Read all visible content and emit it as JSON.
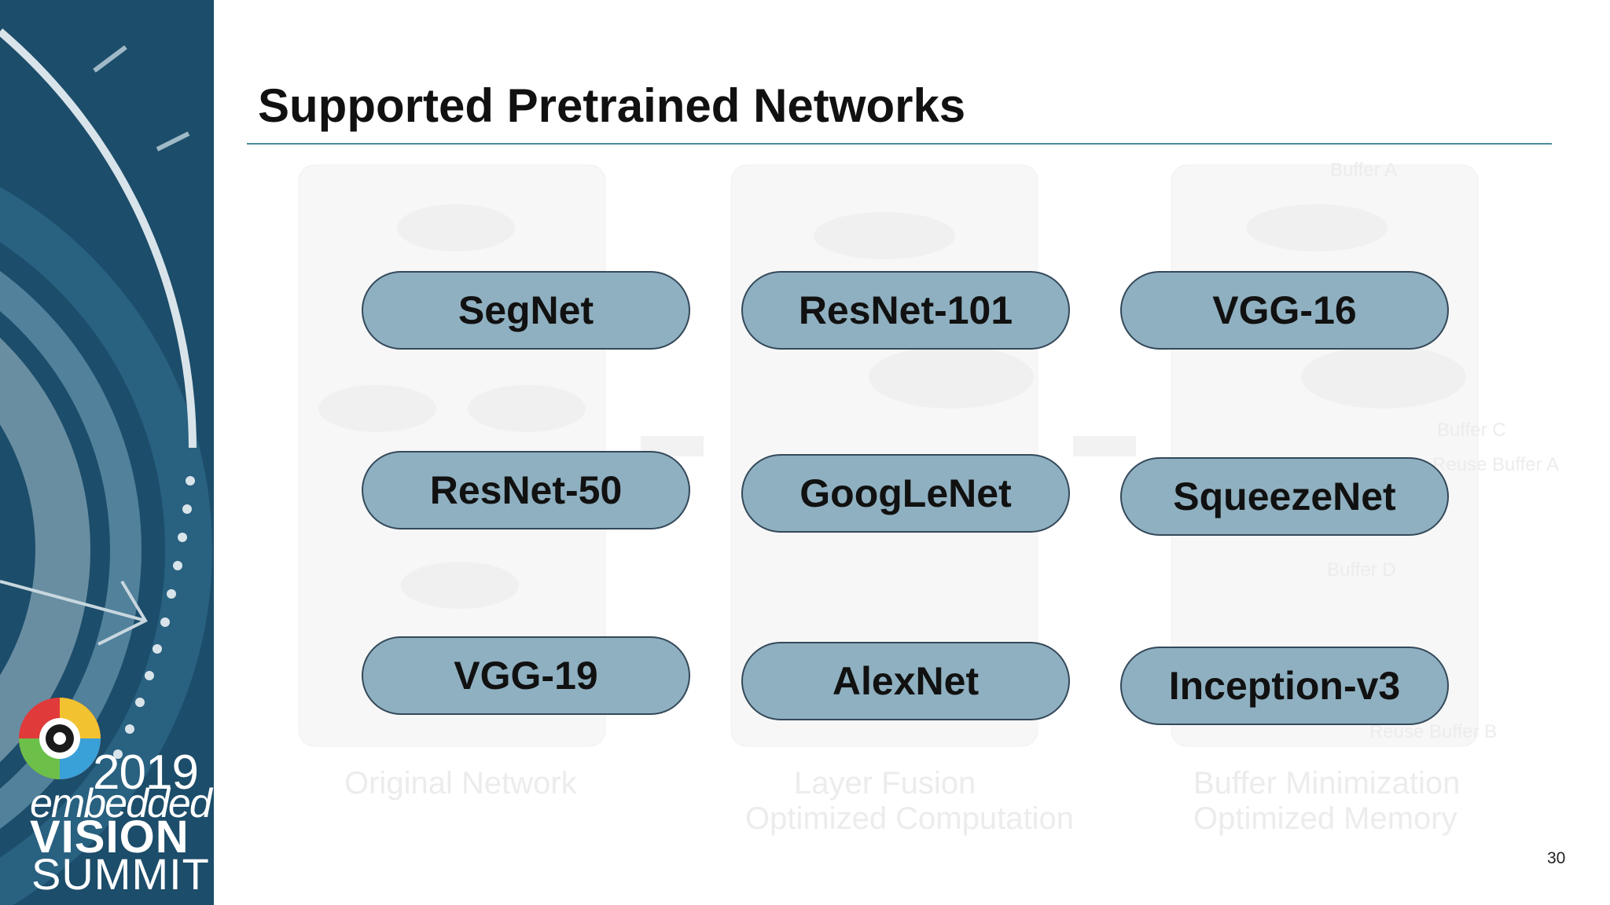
{
  "slide": {
    "title": "Supported Pretrained Networks",
    "page_number": "30"
  },
  "logo": {
    "year": "2019",
    "line1": "embedded",
    "line2": "VISION",
    "line3": "SUMMIT"
  },
  "networks": [
    "SegNet",
    "ResNet-101",
    "VGG-16",
    "ResNet-50",
    "GoogLeNet",
    "SqueezeNet",
    "VGG-19",
    "AlexNet",
    "Inception-v3"
  ],
  "background_diagram": {
    "captions": [
      "Original Network",
      "Layer Fusion",
      "Optimized Computation",
      "Buffer Minimization",
      "Optimized Memory"
    ],
    "buffer_labels": [
      "Buffer A",
      "Buffer C",
      "Reuse Buffer A",
      "Buffer D",
      "Reuse Buffer B"
    ]
  },
  "colors": {
    "sidebar": "#1c4d6a",
    "pill_fill": "#8fb0c0",
    "pill_border": "#34495a",
    "title_rule": "#4e8a9e"
  }
}
